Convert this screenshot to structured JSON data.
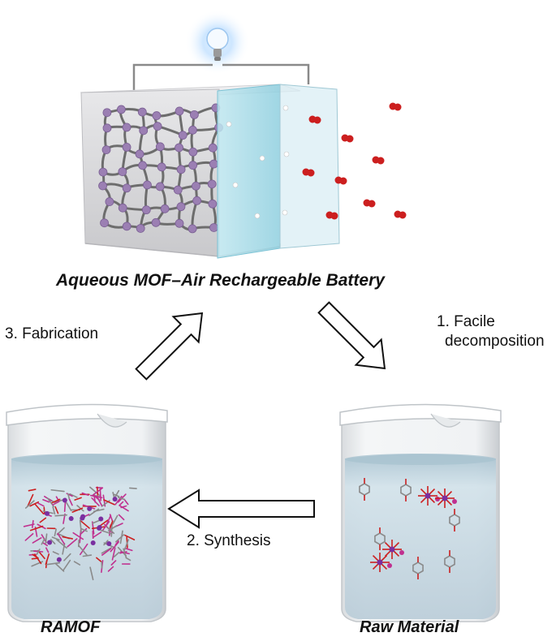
{
  "battery": {
    "title": "Aqueous MOF–Air Rechargeable Battery"
  },
  "steps": {
    "decomposition": {
      "line1": "1. Facile",
      "line2": "decomposition"
    },
    "synthesis": "2. Synthesis",
    "fabrication": "3. Fabrication"
  },
  "beakers": {
    "left": "RAMOF",
    "right": "Raw Material"
  },
  "colors": {
    "metal_node": "#9b7fb3",
    "linker": "#6d6d6d",
    "oxygen": "#cc1f1f",
    "electrolyte_panel": "#a8dbe8",
    "solution": "#c5d8e2",
    "mof_metal": "#c0308f"
  },
  "icons": [
    "lightbulb-icon",
    "wire-icon",
    "arrow-outline-icon",
    "beaker-icon"
  ]
}
